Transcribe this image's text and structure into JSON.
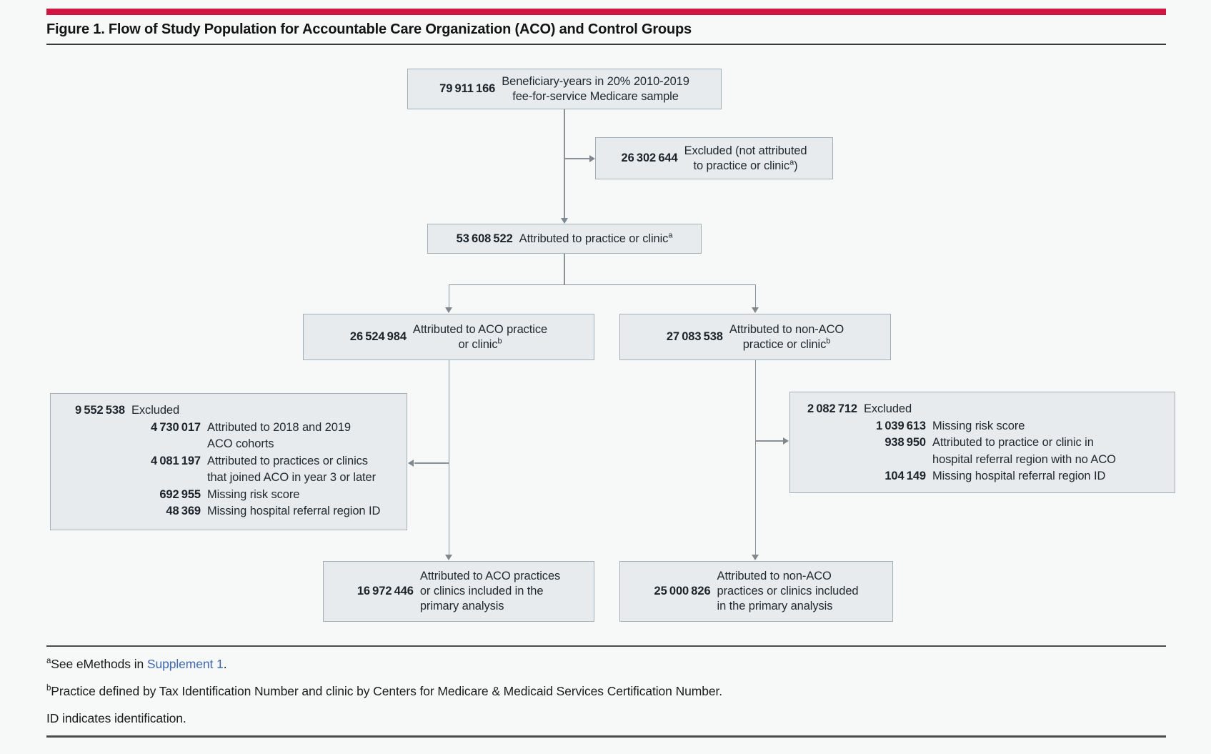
{
  "page": {
    "title": "Figure 1. Flow of Study Population for Accountable Care Organization (ACO) and Control Groups",
    "accent_color": "#d01642",
    "box_fill": "#e7ebee",
    "box_border": "#a6afb5",
    "arrow_color": "#8a9298",
    "link_color": "#4068ae"
  },
  "boxes": {
    "top": {
      "number": "79 911 166",
      "line1": "Beneficiary-years in 20% 2010-2019",
      "line2": "fee-for-service Medicare sample"
    },
    "excluded_top": {
      "number": "26 302 644",
      "line1": "Excluded (not attributed",
      "line2_pre": "to practice or clinic",
      "sup": "a",
      "line2_post": ")"
    },
    "attributed": {
      "number": "53 608 522",
      "label": "Attributed to practice or clinic",
      "sup": "a"
    },
    "branch_aco": {
      "number": "26 524 984",
      "line1": "Attributed to ACO practice",
      "line2_pre": "or clinic",
      "sup": "b"
    },
    "branch_nonaco": {
      "number": "27 083 538",
      "line1": "Attributed to non-ACO",
      "line2_pre": "practice or clinic",
      "sup": "b"
    },
    "excluded_aco": {
      "number": "9 552 538",
      "label": "Excluded",
      "items": [
        {
          "number": "4 730 017",
          "line1": "Attributed to 2018 and 2019",
          "line2": "ACO cohorts"
        },
        {
          "number": "4 081 197",
          "line1": "Attributed to practices or clinics",
          "line2": "that joined ACO in year 3 or later"
        },
        {
          "number": "692 955",
          "line1": "Missing risk score"
        },
        {
          "number": "48 369",
          "line1": "Missing hospital referral region ID"
        }
      ]
    },
    "excluded_nonaco": {
      "number": "2 082 712",
      "label": "Excluded",
      "items": [
        {
          "number": "1 039 613",
          "line1": "Missing risk score"
        },
        {
          "number": "938 950",
          "line1": "Attributed to practice or clinic in",
          "line2": "hospital referral region with no ACO"
        },
        {
          "number": "104 149",
          "line1": "Missing hospital referral region ID"
        }
      ]
    },
    "final_aco": {
      "number": "16 972 446",
      "line1": "Attributed to ACO practices",
      "line2": "or clinics included in the",
      "line3": "primary analysis"
    },
    "final_nonaco": {
      "number": "25 000 826",
      "line1": "Attributed to non-ACO",
      "line2": "practices or clinics included",
      "line3": "in the primary analysis"
    }
  },
  "footnotes": {
    "a_sup": "a",
    "a_pre": "See eMethods in ",
    "a_link": "Supplement 1",
    "a_post": ".",
    "b_sup": "b",
    "b_text": "Practice defined by Tax Identification Number and clinic by Centers for Medicare & Medicaid Services Certification Number.",
    "id_text": "ID indicates identification."
  }
}
